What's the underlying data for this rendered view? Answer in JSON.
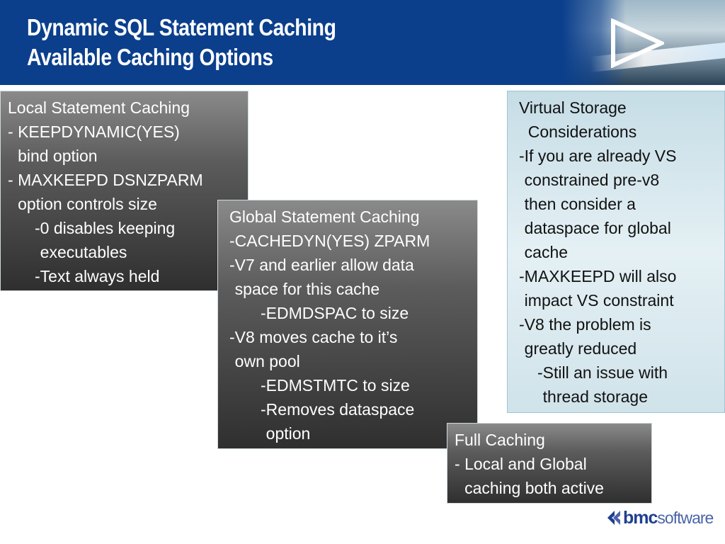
{
  "title": {
    "line1": "Dynamic SQL Statement Caching",
    "line2": "Available Caching Options"
  },
  "colors": {
    "header_bg": "#0b3f8c",
    "box_dark": "#2f2f2f",
    "box_light": "#c6dde6",
    "logo": "#1f3f8f"
  },
  "icons": {
    "play": "play-triangle-icon",
    "logo": "bmc-logo-icon"
  },
  "local": {
    "heading": "Local Statement Caching",
    "items": [
      {
        "dash": "- ",
        "text": "KEEPDYNAMIC(YES)\nbind option"
      },
      {
        "dash": "- ",
        "text": "MAXKEEPD DSNZPARM\noption controls size"
      },
      {
        "dash": "-",
        "text": "0 disables keeping\nexecutables"
      },
      {
        "dash": "-",
        "text": "Text always held"
      }
    ]
  },
  "global": {
    "heading": "Global Statement Caching",
    "items": [
      {
        "dash": "-",
        "text": "CACHEDYN(YES) ZPARM"
      },
      {
        "dash": "-",
        "text": "V7 and earlier allow data\nspace for this cache"
      },
      {
        "dash": "-",
        "text": "EDMDSPAC to size"
      },
      {
        "dash": "-",
        "text": "V8 moves cache to it’s\nown pool"
      },
      {
        "dash": "-",
        "text": "EDMSTMTC to size"
      },
      {
        "dash": "-",
        "text": "Removes dataspace\noption"
      }
    ]
  },
  "virtual": {
    "heading": "Virtual Storage\n  Considerations",
    "items": [
      {
        "dash": "-",
        "text": "If you are already VS\nconstrained pre-v8\nthen consider a\ndataspace for global\ncache"
      },
      {
        "dash": "-",
        "text": "MAXKEEPD will also\nimpact VS constraint"
      },
      {
        "dash": "-",
        "text": "V8 the problem is\ngreatly reduced"
      },
      {
        "dash": "-",
        "text": "Still an issue with\nthread storage"
      }
    ]
  },
  "full": {
    "heading": "Full Caching",
    "items": [
      {
        "dash": "- ",
        "text": "Local and Global\ncaching both active"
      }
    ]
  },
  "logo": {
    "brand": "bmc",
    "suffix": "software"
  }
}
